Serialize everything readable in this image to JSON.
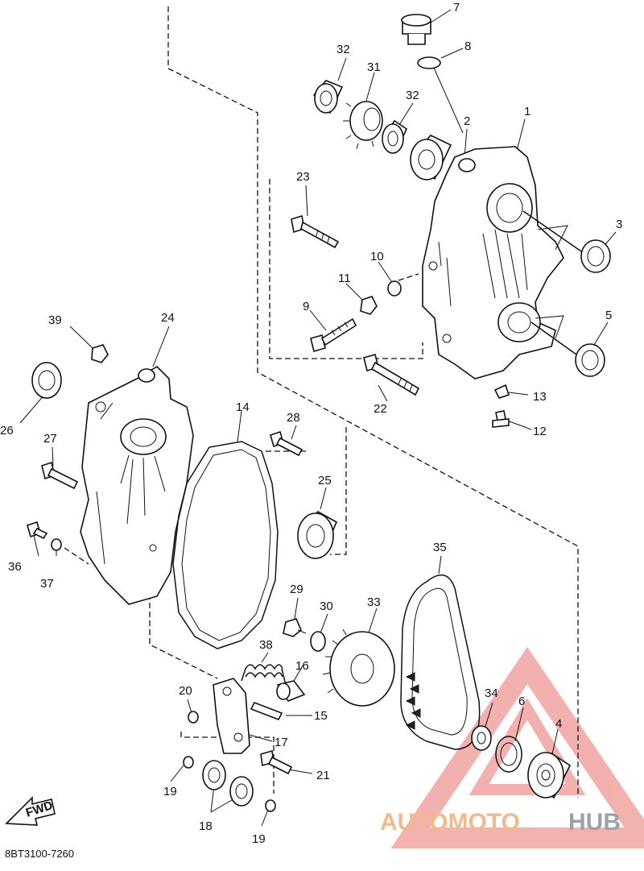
{
  "diagram_code": "8BT3100-7260",
  "fwd_label": "FWD",
  "watermark": {
    "part1": "AUTOMOTO",
    "part2": "HUB",
    "color_red": "#e8736c",
    "color_orange": "#f2b98c",
    "color_gray": "#9ea2a6"
  },
  "callouts": [
    {
      "id": "c1",
      "label": "1"
    },
    {
      "id": "c2",
      "label": "2"
    },
    {
      "id": "c3",
      "label": "3"
    },
    {
      "id": "c4",
      "label": "4"
    },
    {
      "id": "c5",
      "label": "5"
    },
    {
      "id": "c6",
      "label": "6"
    },
    {
      "id": "c7",
      "label": "7"
    },
    {
      "id": "c8",
      "label": "8"
    },
    {
      "id": "c9",
      "label": "9"
    },
    {
      "id": "c10",
      "label": "10"
    },
    {
      "id": "c11",
      "label": "11"
    },
    {
      "id": "c12",
      "label": "12"
    },
    {
      "id": "c13",
      "label": "13"
    },
    {
      "id": "c14",
      "label": "14"
    },
    {
      "id": "c15",
      "label": "15"
    },
    {
      "id": "c16",
      "label": "16"
    },
    {
      "id": "c17",
      "label": "17"
    },
    {
      "id": "c18",
      "label": "18"
    },
    {
      "id": "c19a",
      "label": "19"
    },
    {
      "id": "c19b",
      "label": "19"
    },
    {
      "id": "c20",
      "label": "20"
    },
    {
      "id": "c21",
      "label": "21"
    },
    {
      "id": "c22",
      "label": "22"
    },
    {
      "id": "c23",
      "label": "23"
    },
    {
      "id": "c24",
      "label": "24"
    },
    {
      "id": "c25",
      "label": "25"
    },
    {
      "id": "c26",
      "label": "26"
    },
    {
      "id": "c27",
      "label": "27"
    },
    {
      "id": "c28",
      "label": "28"
    },
    {
      "id": "c29",
      "label": "29"
    },
    {
      "id": "c30",
      "label": "30"
    },
    {
      "id": "c31",
      "label": "31"
    },
    {
      "id": "c32a",
      "label": "32"
    },
    {
      "id": "c32b",
      "label": "32"
    },
    {
      "id": "c33",
      "label": "33"
    },
    {
      "id": "c34",
      "label": "34"
    },
    {
      "id": "c35",
      "label": "35"
    },
    {
      "id": "c36",
      "label": "36"
    },
    {
      "id": "c37",
      "label": "37"
    },
    {
      "id": "c38",
      "label": "38"
    },
    {
      "id": "c39",
      "label": "39"
    }
  ]
}
